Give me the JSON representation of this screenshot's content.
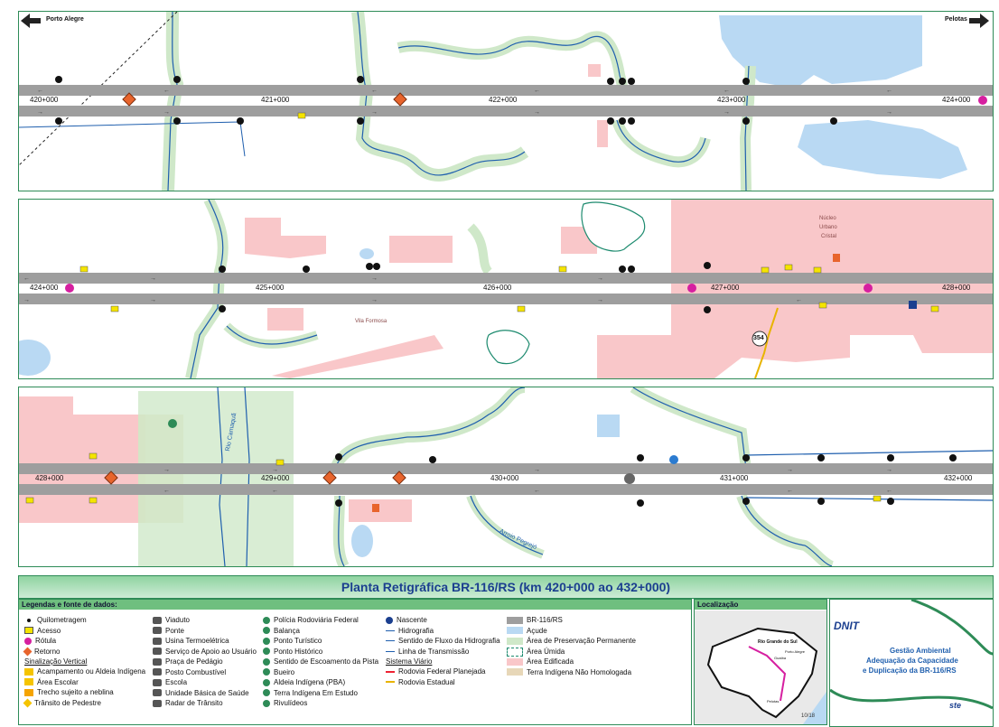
{
  "panels": [
    {
      "left_city": "Porto Alegre",
      "right_city": "Pelotas",
      "km": [
        "420+000",
        "421+000",
        "422+000",
        "423+000",
        "424+000"
      ],
      "places": []
    },
    {
      "km": [
        "424+000",
        "425+000",
        "426+000",
        "427+000",
        "428+000"
      ],
      "places": [
        "Núcleo",
        "Urbano",
        "Cristal",
        "Vila Formosa"
      ],
      "road_shield": "354"
    },
    {
      "km": [
        "428+000",
        "429+000",
        "430+000",
        "431+000",
        "432+000"
      ],
      "places": [
        "Rio Camaquã",
        "Arroio Pegrejó"
      ]
    }
  ],
  "title": "Planta Retigráfica BR-116/RS (km 420+000 ao 432+000)",
  "legend": {
    "header": "Legendas e fonte de dados:",
    "col1": [
      "Quilometragem",
      "Acesso",
      "Rótula",
      "Retorno"
    ],
    "col1_sub": "Sinalização Vertical",
    "col1b": [
      "Acampamento ou Aldeia Indígena",
      "Área Escolar",
      "Trecho sujeito a neblina",
      "Trânsito de Pedestre"
    ],
    "col2": [
      "Viaduto",
      "Ponte",
      "Usina Termoelétrica",
      "Serviço de Apoio ao Usuário",
      "Praça de Pedágio",
      "Posto Combustível",
      "Escola",
      "Unidade Básica de Saúde",
      "Radar de Trânsito"
    ],
    "col3": [
      "Polícia Rodoviária Federal",
      "Balança",
      "Ponto Turístico",
      "Ponto Histórico",
      "Sentido de Escoamento da Pista",
      "Bueiro",
      "Aldeia Indígena (PBA)",
      "Terra Indígena Em Estudo",
      "Rivulídeos"
    ],
    "col4": [
      "Nascente",
      "Hidrografia",
      "Sentido de Fluxo da Hidrografia",
      "Linha de Transmissão"
    ],
    "col4_sub": "Sistema Viário",
    "col4b": [
      "Rodovia Federal Planejada",
      "Rodovia Estadual"
    ],
    "col5": [
      "BR-116/RS",
      "Açude",
      "Área de Preservação Permanente",
      "Área Úmida",
      "Área Edificada",
      "Terra Indígena Não Homologada"
    ]
  },
  "location": {
    "header": "Localização",
    "state": "Rio Grande do Sul",
    "cities": [
      "Porto Alegre",
      "Guaíba",
      "Pelotas"
    ],
    "page": "10/18"
  },
  "dnit": {
    "logo": "DNIT",
    "text": [
      "Gestão Ambiental",
      "Adequação da Capacidade",
      "e Duplicação da BR-116/RS"
    ],
    "partner": "ste"
  },
  "colors": {
    "road": "#9e9e9e",
    "app": "#cfe8c9",
    "water": "#b9d9f3",
    "urban": "#f9c7c9",
    "river": "#1f5fae",
    "frame": "#2e8b57"
  }
}
